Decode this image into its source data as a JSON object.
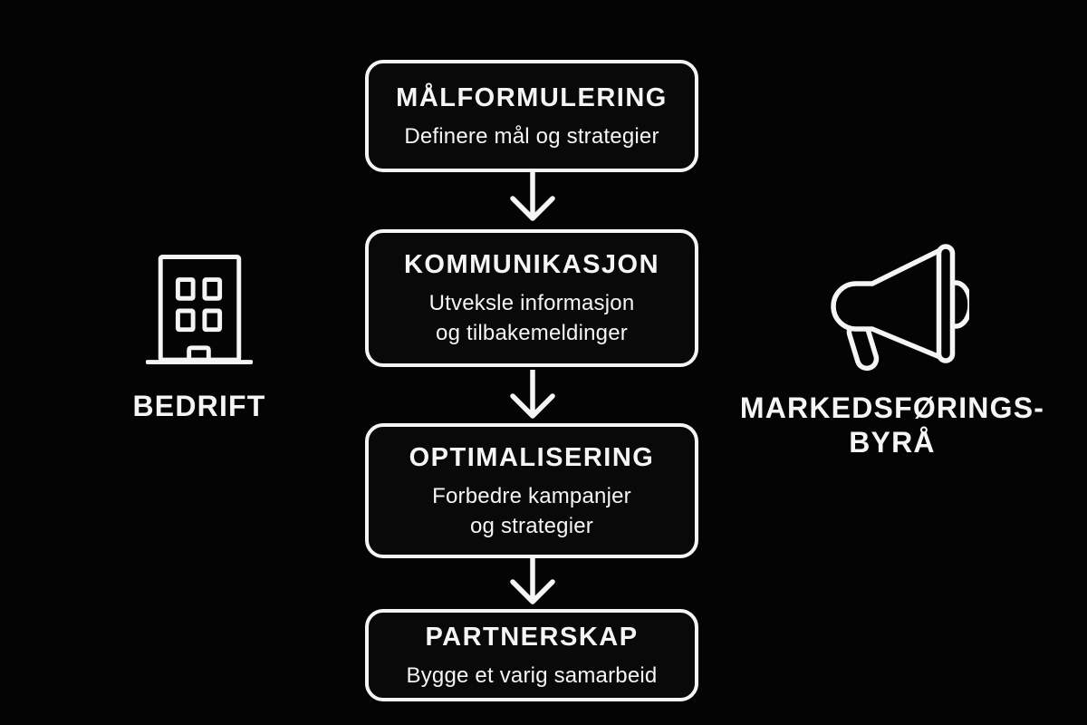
{
  "canvas": {
    "background": "#040404",
    "foreground": "#f5f5f5"
  },
  "flow": {
    "steps": [
      {
        "title": "MÅLFORMULERING",
        "subtitle_lines": [
          "Definere mål og strategier"
        ]
      },
      {
        "title": "KOMMUNIKASJON",
        "subtitle_lines": [
          "Utveksle informasjon",
          "og tilbakemeldinger"
        ]
      },
      {
        "title": "OPTIMALISERING",
        "subtitle_lines": [
          "Forbedre kampanjer",
          "og strategier"
        ]
      },
      {
        "title": "PARTNERSKAP",
        "subtitle_lines": [
          "Bygge et varig samarbeid"
        ]
      }
    ],
    "connector_icon": "down-arrow-icon"
  },
  "actors": {
    "left": {
      "icon": "building-icon",
      "label": "BEDRIFT"
    },
    "right": {
      "icon": "megaphone-icon",
      "label_lines": [
        "MARKEDSFØRINGS-",
        "BYRÅ"
      ]
    }
  }
}
